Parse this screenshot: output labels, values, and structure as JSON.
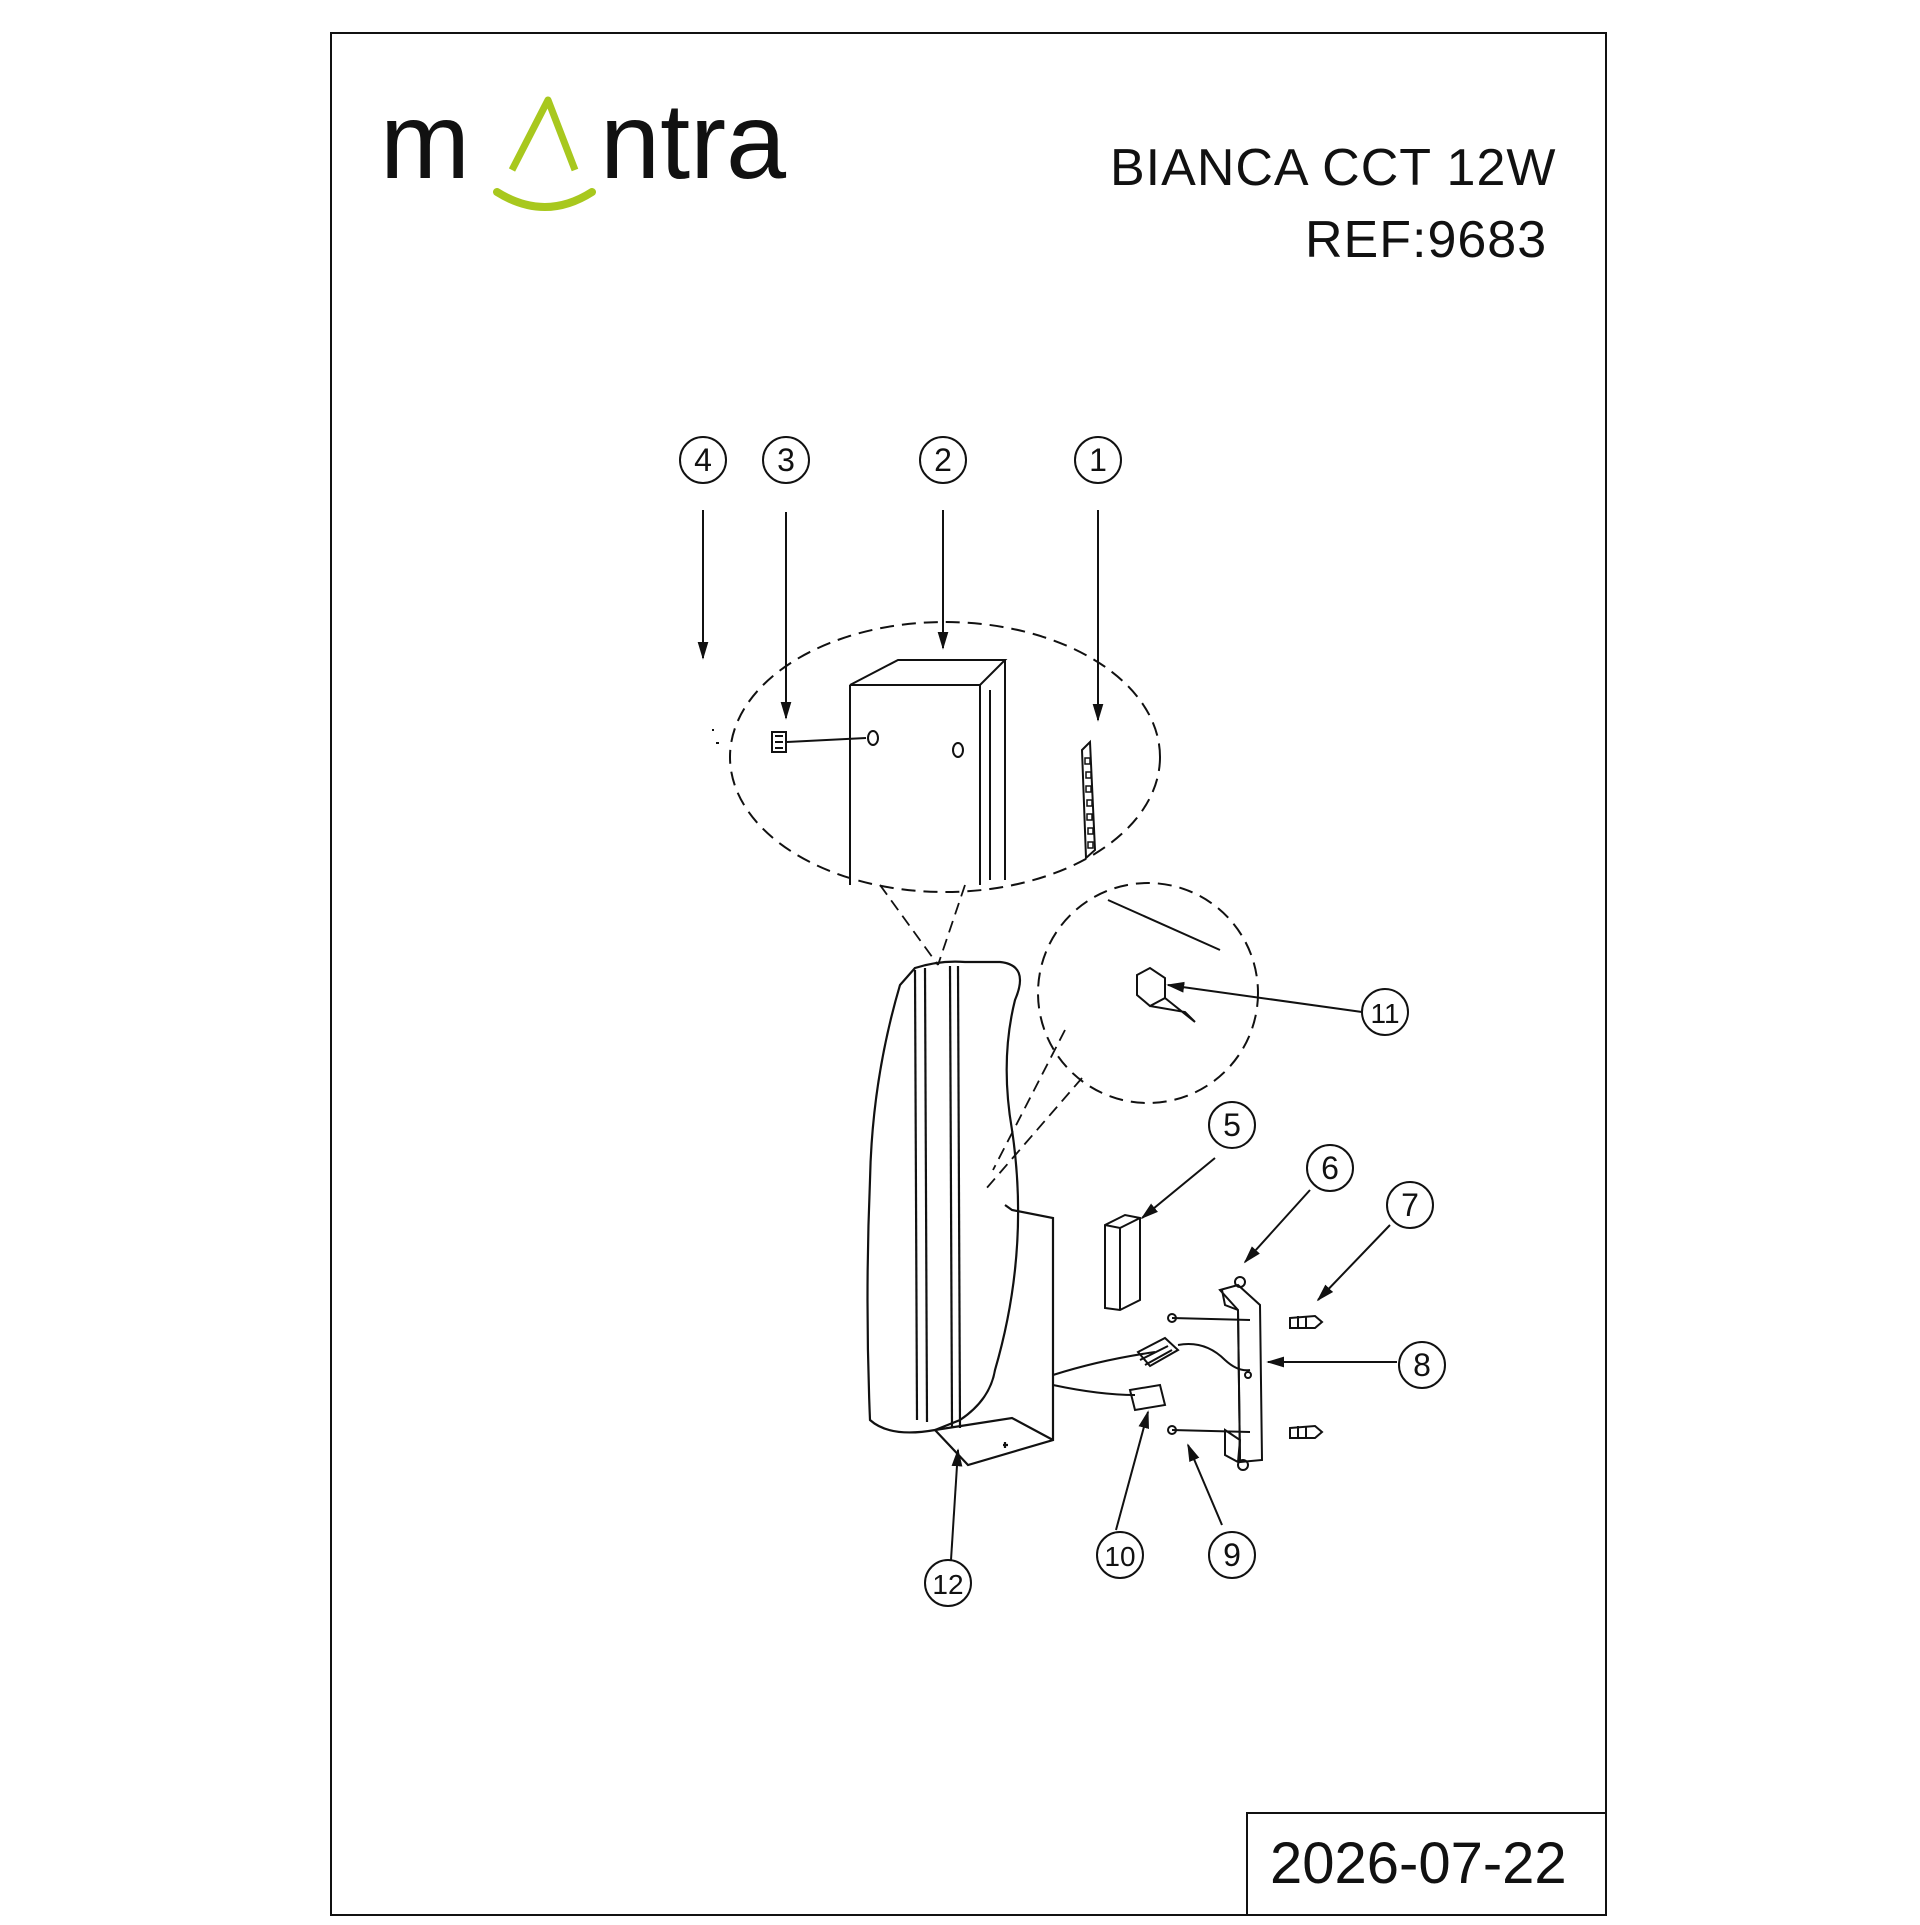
{
  "header": {
    "brand": {
      "name": "mantra",
      "accent_color": "#a8c81e"
    },
    "model": "BIANCA CCT 12W",
    "ref": "REF:9683"
  },
  "footer": {
    "date": "2026-07-22"
  },
  "callouts": [
    "1",
    "2",
    "3",
    "4",
    "5",
    "6",
    "7",
    "8",
    "9",
    "10",
    "11",
    "12"
  ],
  "colors": {
    "line": "#111111",
    "accent": "#a8c81e"
  }
}
